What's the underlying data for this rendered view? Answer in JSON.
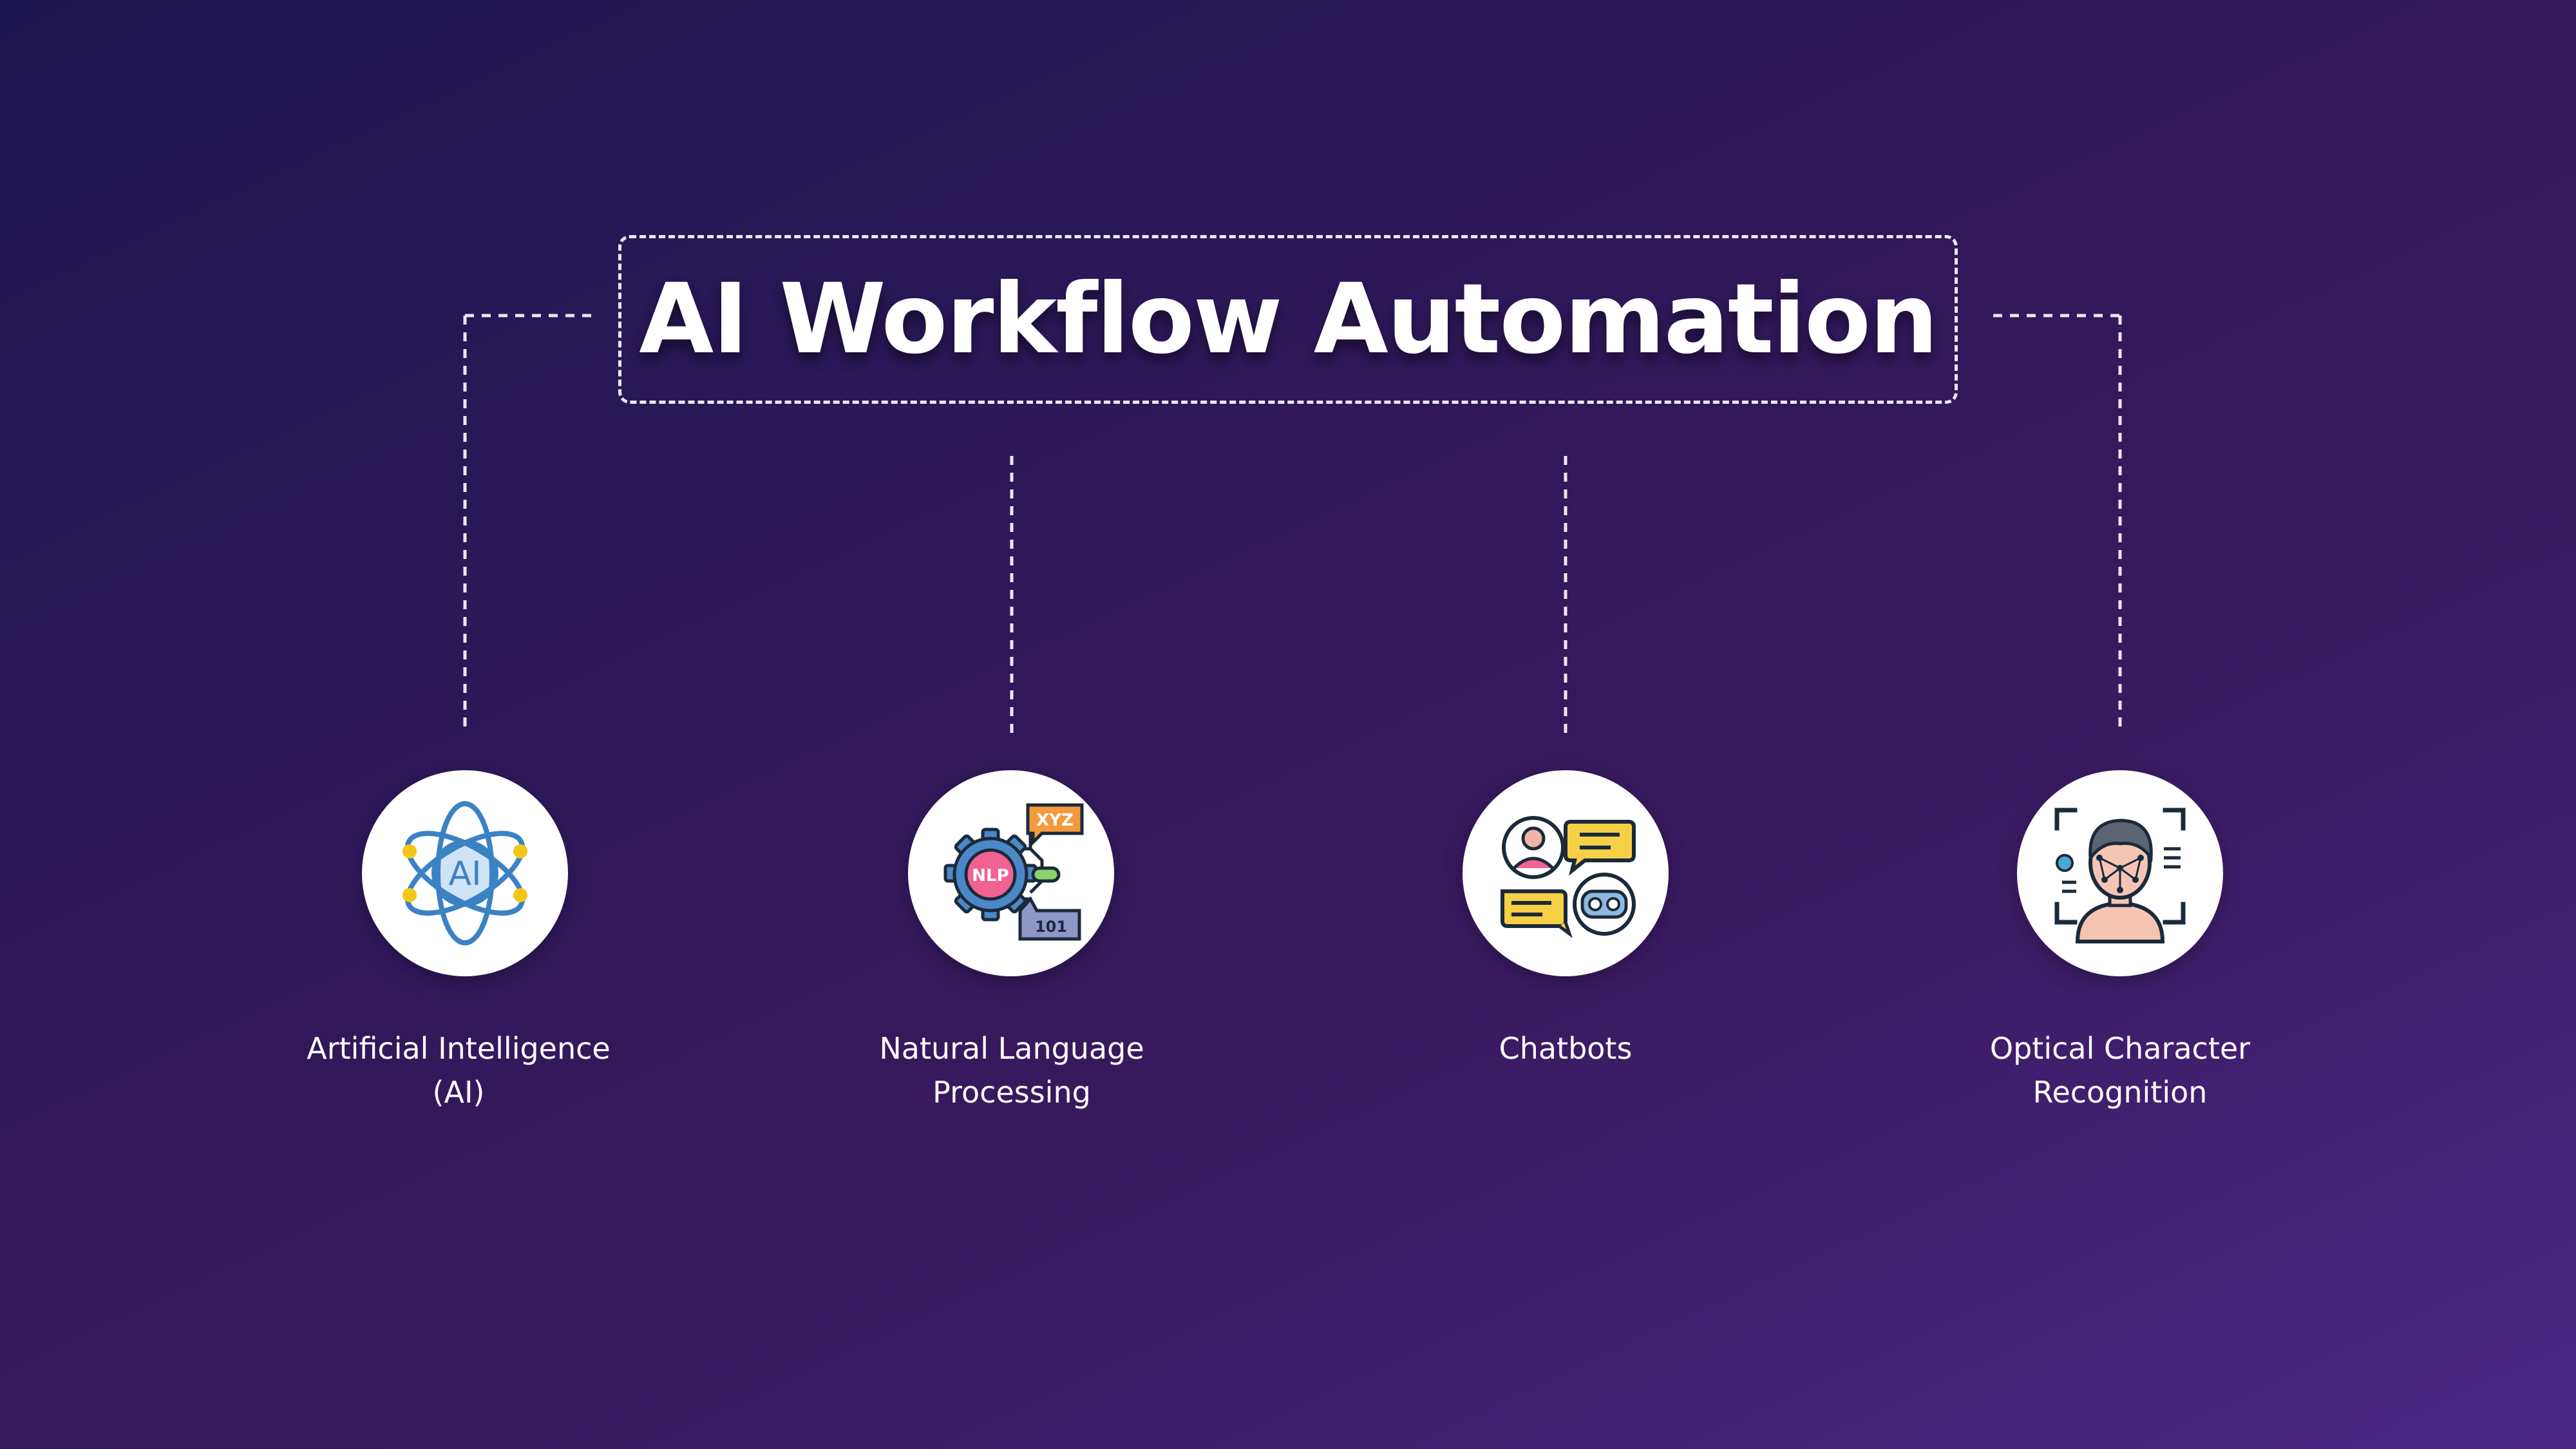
{
  "title": "AI Workflow Automation",
  "nodes": [
    {
      "label": "Artificial Intelligence\n(AI)",
      "icon": "ai-atom-icon",
      "icon_text": "AI"
    },
    {
      "label": "Natural Language\nProcessing",
      "icon": "nlp-gear-icon",
      "icon_text": "NLP",
      "icon_text_2": "XYZ",
      "icon_text_3": "101"
    },
    {
      "label": "Chatbots",
      "icon": "chatbot-conversation-icon"
    },
    {
      "label": "Optical Character\nRecognition",
      "icon": "face-scan-icon"
    }
  ],
  "colors": {
    "background_start": "#1e1652",
    "background_end": "#4a2682",
    "text": "#ffffff",
    "node_fill": "#ffffff"
  }
}
